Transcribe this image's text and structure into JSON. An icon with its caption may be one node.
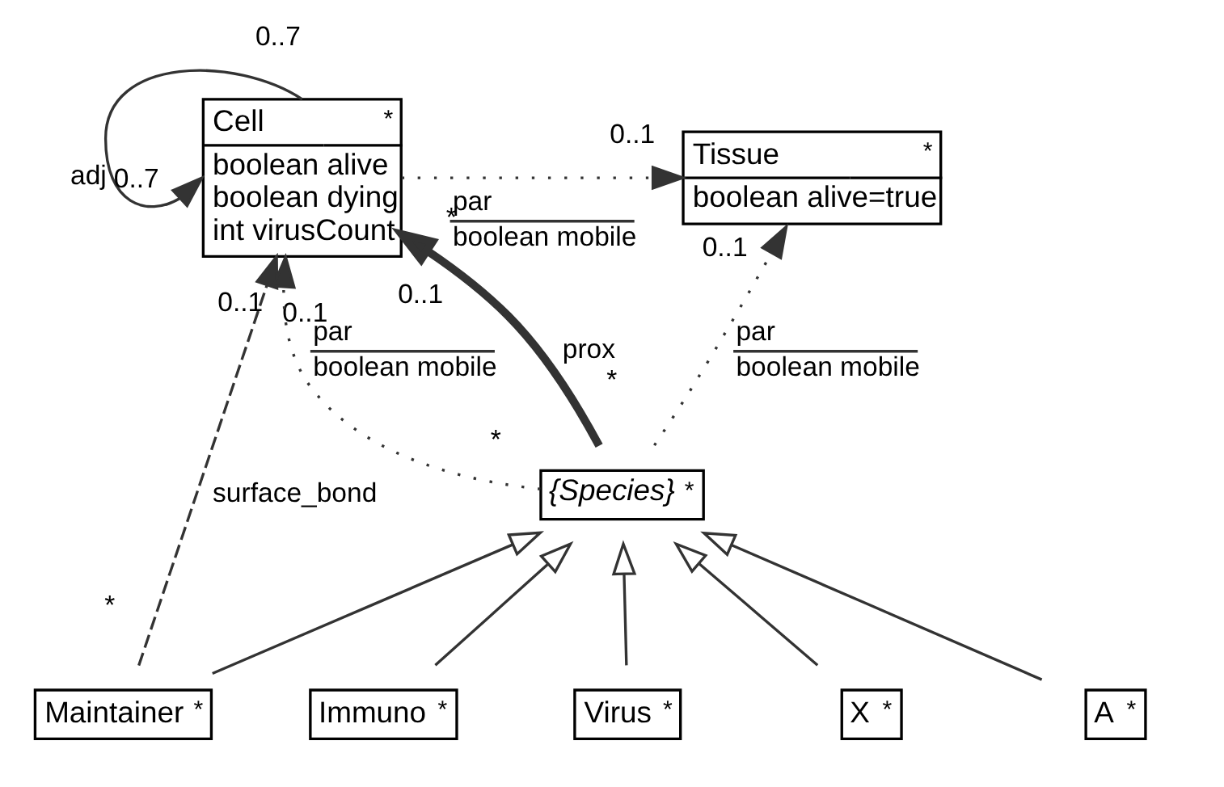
{
  "diagram": {
    "nodes": [
      {
        "text": [
          "Cell",
          "*",
          "boolean alive",
          "boolean dying",
          "int virusCount"
        ]
      },
      {
        "text": [
          "Tissue",
          "*",
          "boolean alive=true"
        ]
      },
      {
        "text": [
          "Maintainer",
          "*"
        ]
      },
      {
        "text": [
          "{Species}",
          "*"
        ]
      },
      {
        "text": [
          "Immuno",
          "*"
        ]
      },
      {
        "text": [
          "Virus",
          "*"
        ]
      },
      {
        "text": [
          "X",
          "*"
        ]
      },
      {
        "text": [
          "A",
          "*"
        ]
      }
    ],
    "edges": [
      {
        "from": 0,
        "to": 0,
        "arrow": "to",
        "label": "adj"
      },
      {
        "from": 2,
        "to": 0,
        "arrow": "to",
        "style": "dashed",
        "label": "surface_bond"
      },
      {
        "from": 0,
        "to": 1,
        "arrow": "to",
        "style": "dashed",
        "label": "par boolean mobile"
      },
      {
        "from": 3,
        "to": 0,
        "arrow": "to",
        "style": "dashed",
        "label": "par boolean mobile"
      },
      {
        "from": 3,
        "to": 0,
        "arrow": "to",
        "style": "thick",
        "label": "prox"
      },
      {
        "from": 3,
        "to": 1,
        "arrow": "to",
        "style": "dashed",
        "label": "par boolean mobile"
      },
      {
        "from": 2,
        "to": 3,
        "arrow": "to"
      },
      {
        "from": 4,
        "to": 3,
        "arrow": "to"
      },
      {
        "from": 5,
        "to": 3,
        "arrow": "to"
      },
      {
        "from": 6,
        "to": 3,
        "arrow": "to"
      },
      {
        "from": 7,
        "to": 3,
        "arrow": "to"
      }
    ],
    "labels": [
      "0..7",
      "0..7",
      "*",
      "0..1",
      "0..1",
      "0..1",
      "0..1",
      "0..1",
      "*",
      "*",
      "*"
    ]
  }
}
